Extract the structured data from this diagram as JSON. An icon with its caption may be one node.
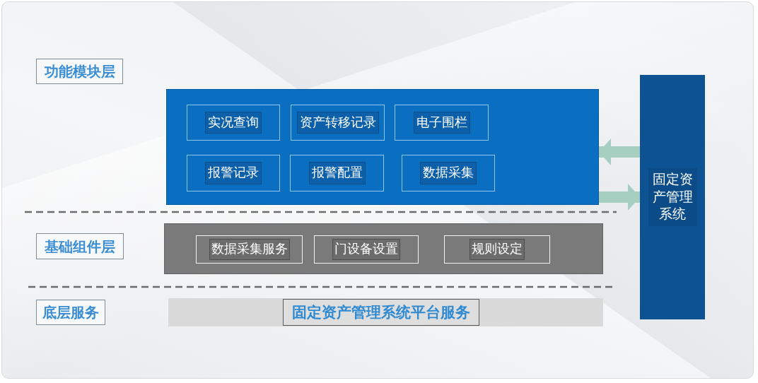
{
  "diagram": {
    "nodes": [
      {
        "text": [
          "功能模块层"
        ]
      },
      {
        "text": [],
        "shape": "box"
      },
      {
        "text": [
          "实况查询"
        ],
        "in": 1
      },
      {
        "text": [
          "资产转移记录"
        ],
        "in": 1
      },
      {
        "text": [
          "电子围栏"
        ],
        "in": 1
      },
      {
        "text": [
          "报警记录"
        ],
        "in": 1
      },
      {
        "text": [
          "报警配置"
        ],
        "in": 1
      },
      {
        "text": [
          "数据采集"
        ],
        "in": 1
      },
      {
        "text": [
          "基础组件层"
        ]
      },
      {
        "text": [],
        "shape": "box"
      },
      {
        "text": [
          "数据采集服务"
        ],
        "in": 9
      },
      {
        "text": [
          "门设备设置"
        ],
        "in": 9
      },
      {
        "text": [
          "规则设定"
        ],
        "in": 9
      },
      {
        "text": [
          "底层服务"
        ]
      },
      {
        "text": [],
        "shape": "bar"
      },
      {
        "text": [
          "固定资产管理系统平台服务"
        ],
        "in": 14
      },
      {
        "text": [
          "固定资产管理系统"
        ]
      }
    ],
    "edges": [
      {
        "from": 16,
        "to": 1,
        "arrow": "to"
      },
      {
        "from": 1,
        "to": 16,
        "arrow": "to"
      }
    ]
  }
}
